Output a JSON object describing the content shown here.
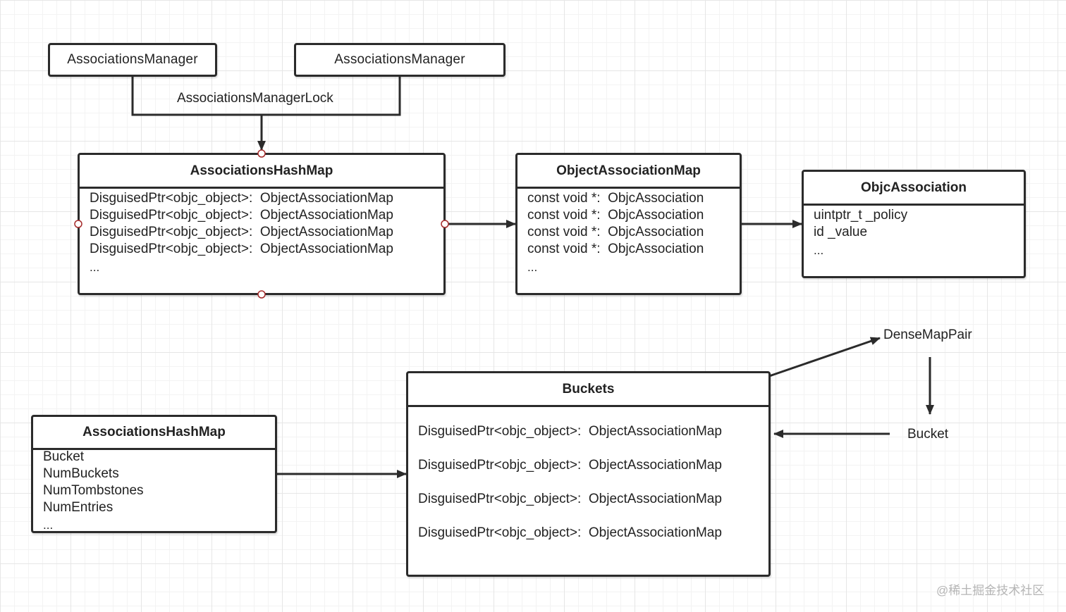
{
  "top": {
    "manager_left": "AssociationsManager",
    "manager_right": "AssociationsManager",
    "lock_label": "AssociationsManagerLock"
  },
  "associations_hash_map": {
    "title": "AssociationsHashMap",
    "rows": [
      {
        "key": "DisguisedPtr<objc_object>:",
        "value": "ObjectAssociationMap"
      },
      {
        "key": "DisguisedPtr<objc_object>:",
        "value": "ObjectAssociationMap"
      },
      {
        "key": "DisguisedPtr<objc_object>:",
        "value": "ObjectAssociationMap"
      },
      {
        "key": "DisguisedPtr<objc_object>:",
        "value": "ObjectAssociationMap"
      }
    ],
    "more": "..."
  },
  "object_association_map": {
    "title": "ObjectAssociationMap",
    "rows": [
      {
        "key": "const void *:",
        "value": "ObjcAssociation"
      },
      {
        "key": "const void *:",
        "value": "ObjcAssociation"
      },
      {
        "key": "const void *:",
        "value": "ObjcAssociation"
      },
      {
        "key": "const void *:",
        "value": "ObjcAssociation"
      }
    ],
    "more": "..."
  },
  "objc_association": {
    "title": "ObjcAssociation",
    "fields": [
      "uintptr_t _policy",
      "id _value"
    ],
    "more": "..."
  },
  "hash_map_fields": {
    "title": "AssociationsHashMap",
    "fields": [
      "Bucket",
      "NumBuckets",
      "NumTombstones",
      "NumEntries"
    ],
    "more": "..."
  },
  "buckets": {
    "title": "Buckets",
    "rows": [
      {
        "key": "DisguisedPtr<objc_object>:",
        "value": "ObjectAssociationMap"
      },
      {
        "key": "DisguisedPtr<objc_object>:",
        "value": "ObjectAssociationMap"
      },
      {
        "key": "DisguisedPtr<objc_object>:",
        "value": "ObjectAssociationMap"
      },
      {
        "key": "DisguisedPtr<objc_object>:",
        "value": "ObjectAssociationMap"
      }
    ]
  },
  "labels": {
    "dense_map_pair": "DenseMapPair",
    "bucket": "Bucket"
  },
  "watermark": "@稀土掘金技术社区",
  "colors": {
    "stroke": "#2b2b2b",
    "connector_point": "#a52a2a",
    "grid": "#e6e6e6",
    "watermark": "#b5b5b5"
  }
}
